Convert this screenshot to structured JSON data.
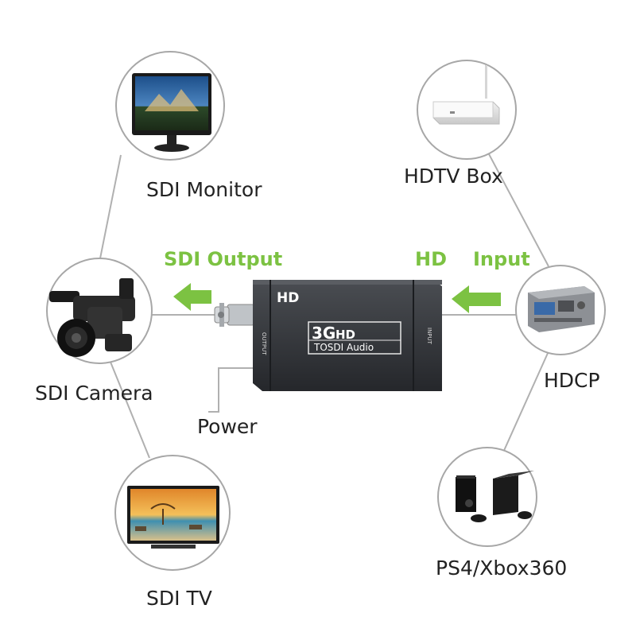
{
  "devices": [
    {
      "id": "sdi-monitor",
      "label": "SDI Monitor"
    },
    {
      "id": "hdtv-box",
      "label": "HDTV Box"
    },
    {
      "id": "sdi-camera",
      "label": "SDI Camera"
    },
    {
      "id": "hdcp",
      "label": "HDCP"
    },
    {
      "id": "sdi-tv",
      "label": "SDI TV"
    },
    {
      "id": "ps4-xbox",
      "label": "PS4/Xbox360"
    }
  ],
  "flow": {
    "output_label": "SDI Output",
    "hd_label": "HD",
    "input_label": "Input",
    "power_label": "Power"
  },
  "converter": {
    "badge": "HD",
    "logo_big": "3G",
    "logo_small": "HD",
    "logo_sub": "TOSDI Audio",
    "port_output": "OUTPUT",
    "port_input": "INPUT"
  },
  "colors": {
    "accent_green": "#7cc242",
    "line_gray": "#b0b0b0",
    "device_body": "#2c2e32"
  }
}
